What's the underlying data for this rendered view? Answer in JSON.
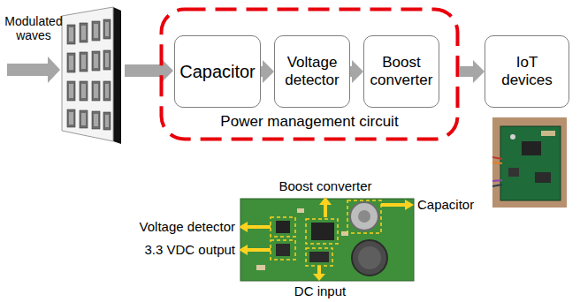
{
  "diagram": {
    "nodes": [
      {
        "text": [
          "Power management circuit"
        ]
      },
      {
        "text": [
          "Capacitor"
        ],
        "in": 0
      },
      {
        "text": [
          "Voltage detector"
        ],
        "in": 0
      },
      {
        "text": [
          "Boost converter"
        ],
        "in": 0
      },
      {
        "text": [
          "IoT devices"
        ]
      }
    ],
    "edges": [
      {
        "from": 1,
        "to": 2,
        "arrow": "to"
      },
      {
        "from": 2,
        "to": 3,
        "arrow": "to"
      },
      {
        "from": 0,
        "to": 4,
        "arrow": "to"
      }
    ],
    "labels": [
      "Modulated waves",
      "Boost converter",
      "Capacitor",
      "Voltage detector",
      "3.3 VDC output",
      "DC input"
    ]
  }
}
